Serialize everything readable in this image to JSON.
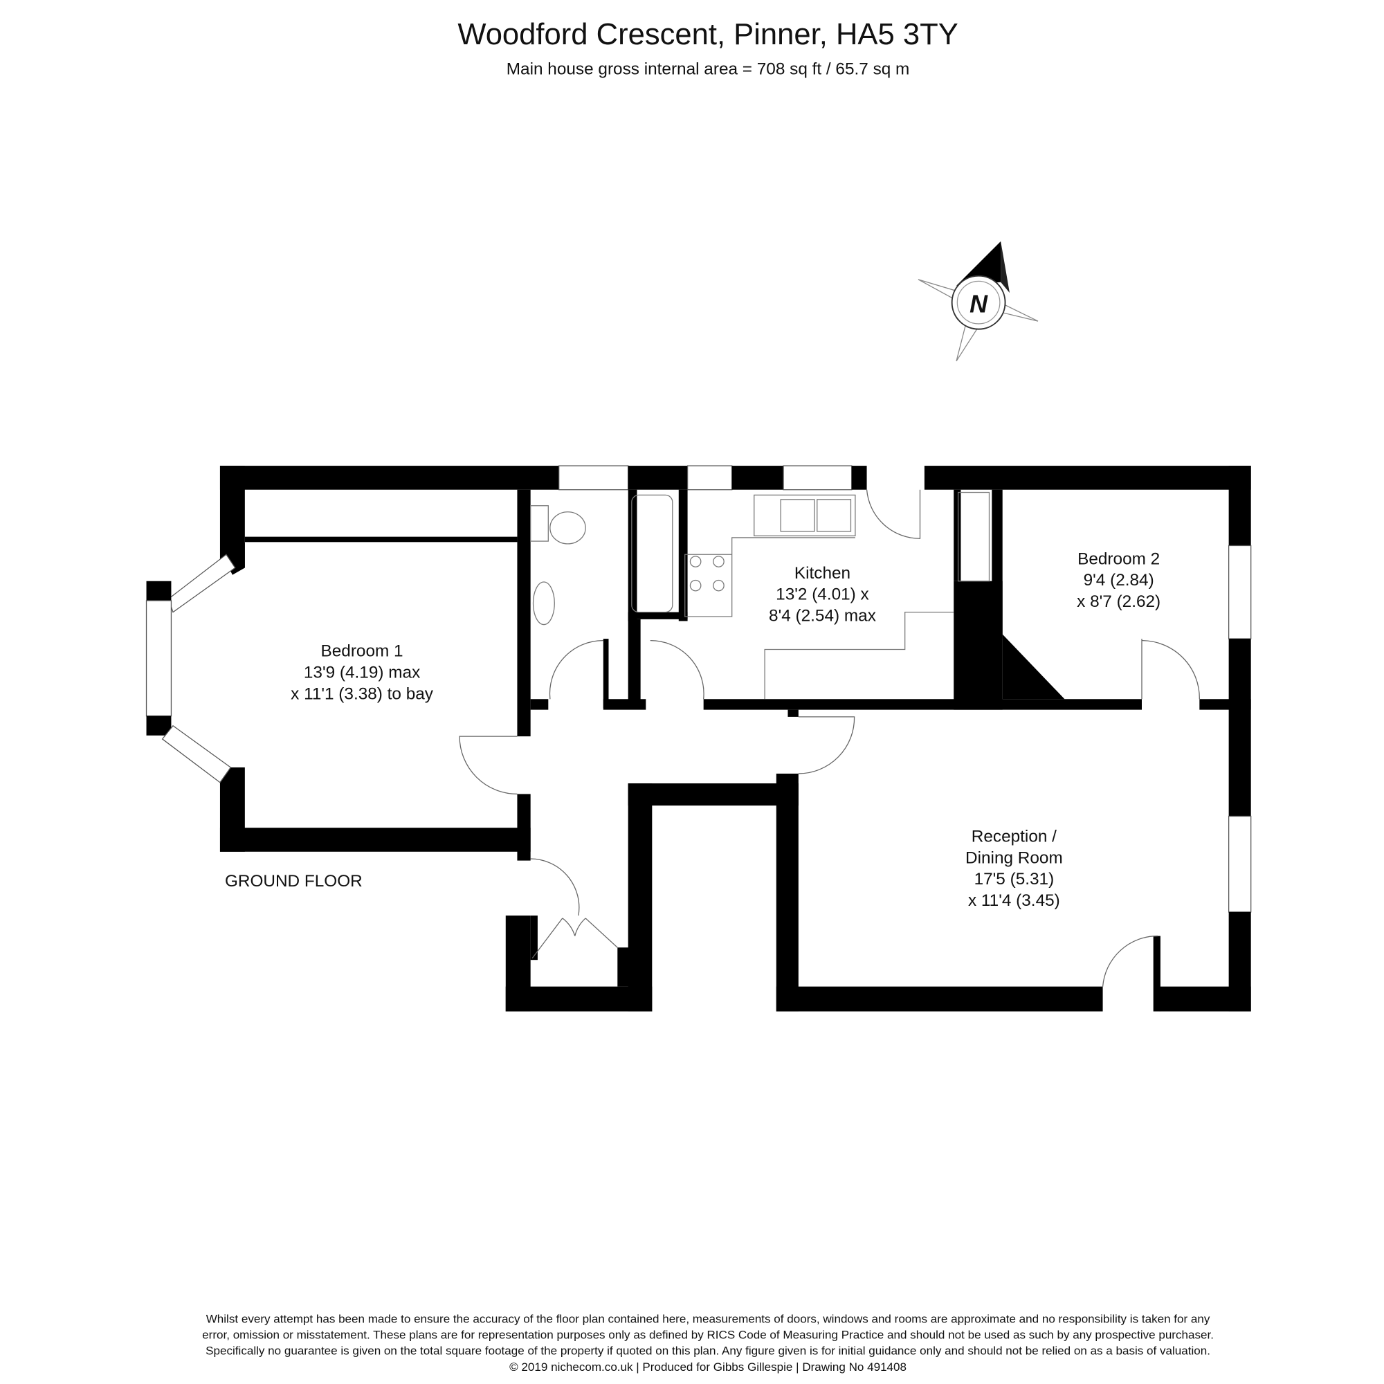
{
  "header": {
    "title": "Woodford Crescent, Pinner, HA5 3TY",
    "subtitle": "Main house gross internal area =  708 sq ft / 65.7 sq m"
  },
  "compass": {
    "label": "N"
  },
  "floor_label": "GROUND FLOOR",
  "rooms": [
    {
      "name": "Bedroom 1",
      "dim1": "13'9 (4.19) max",
      "dim2": "x 11'1 (3.38) to bay"
    },
    {
      "name": "Kitchen",
      "dim1": "13'2 (4.01) x",
      "dim2": "8'4 (2.54) max"
    },
    {
      "name": "Bedroom 2",
      "dim1": "9'4 (2.84)",
      "dim2": "x 8'7 (2.62)"
    },
    {
      "name": "Reception /",
      "name2": "Dining Room",
      "dim1": "17'5 (5.31)",
      "dim2": "x 11'4 (3.45)"
    }
  ],
  "footer": {
    "lines": [
      "Whilst every attempt has been made to ensure the accuracy of the floor plan contained here, measurements of doors, windows and rooms are approximate and no responsibility is taken for any",
      "error, omission or misstatement. These plans are for representation purposes only as defined by RICS Code of Measuring Practice and should not be used as such by any prospective purchaser.",
      "Specifically no guarantee is given on the total square footage of the property if quoted on this plan. Any figure given is for initial guidance only and should not be relied on as a basis of valuation.",
      "© 2019 nichecom.co.uk  |  Produced for Gibbs Gillespie  |  Drawing No 491408"
    ]
  }
}
